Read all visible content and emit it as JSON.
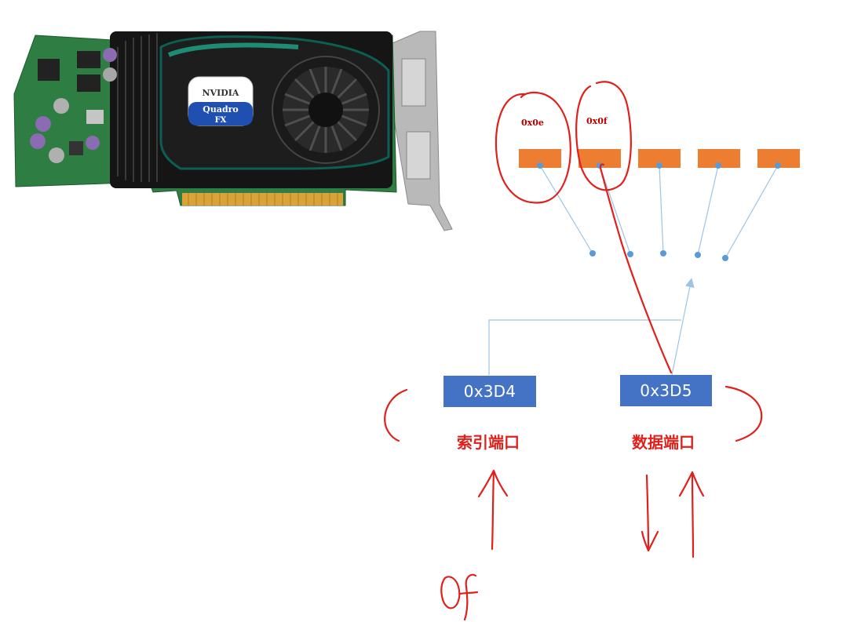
{
  "card": {
    "brand": "NVIDIA",
    "model_line1": "Quadro",
    "model_line2": "FX"
  },
  "registers": {
    "labels": [
      "0x0e",
      "0x0f"
    ],
    "count": 5
  },
  "ports": [
    {
      "address": "0x3D4",
      "name": "索引端口"
    },
    {
      "address": "0x3D5",
      "name": "数据端口"
    }
  ],
  "handwriting": {
    "value": "0f"
  },
  "colors": {
    "register": "#ED7D31",
    "port_box": "#4472C4",
    "connector": "#9DC3E6",
    "dot": "#5B9BD5",
    "annotation": "#E0201B"
  }
}
